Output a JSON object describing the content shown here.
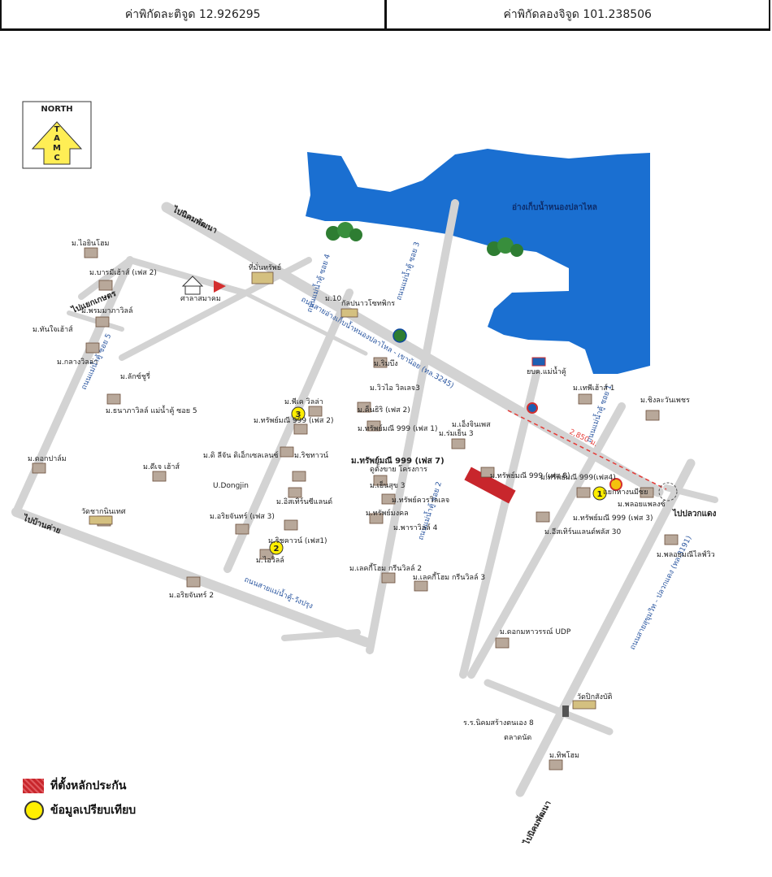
{
  "coords": {
    "lat_label": "ค่าพิกัดละติจูด 12.926295",
    "lng_label": "ค่าพิกัดลองจิจูด 101.238506"
  },
  "map": {
    "north": {
      "top": "NORTH",
      "letters": [
        "T",
        "A",
        "M",
        "C"
      ]
    },
    "water_label": "อ่างเก็บน้ำหนองปลาไหล",
    "distance_label": "2,850 ม.",
    "roads": {
      "main": "ถนนสายอ่างเก็บน้ำหนองปลาไหล - เขาน้อย (ทล.3245)",
      "wangrayong": "ถนนสายแม่น้ำคู้-วังปรุง",
      "sukhumvit": "ถนนสายสุขุมวิท - ปลวกแดง (ทล.3191)",
      "soi1": "ถนนแม่น้ำคู้ ซอย 1",
      "soi2": "ถนนแม่น้ำคู้ ซอย 2",
      "soi3": "ถนนแม่น้ำคู้ ซอย 3",
      "soi4": "ถนนแม่น้ำคู้ ซอย 4",
      "soi5": "ถนนแม่น้ำคู้ ซอย 5"
    },
    "directions": {
      "to_nikom": "ไปนิคมพัฒนา",
      "to_ban_khai": "ไปบ้านค่าย",
      "to_pluak_daeng": "ไปปลวกแดง",
      "to_sukhumvit": "ไปแยกเกษตร",
      "to_pluak_south": "ไปนิคมพัฒนา"
    },
    "places": {
      "a1": "ม.ไอยินโฮม",
      "a2": "ม.บารมีเฮ้าส์ (เฟส 2)",
      "a3": "ม.พรมมาภาวิลล์",
      "a4": "ม.ทันใจเฮ้าส์",
      "a5": "ม.กลางวิลล่า",
      "a6": "ม.ลักซ์ชูรี่",
      "a7": "ม.ธนาภาวิลล์ แม่น้ำคู้ ซอย 5",
      "a8": "ม.ดอกปาล์ม",
      "a9": "ม.ดีเจ เฮ้าส์",
      "a10": "วัดชากนินเทศ",
      "b1": "ม.พีเค วิลล่า",
      "b2": "ม.ทรัพย์มณี 999 (เฟส 2)",
      "b3": "ม.ดิ ลีจัน ดิเอ็กเซลเลนซ์",
      "b4": "ม.อริยจันทร์ (เฟส 3)",
      "b5": "ม.ไอวิลล์",
      "b6": "ม.อิสเทิร์นซีแลนด์",
      "b7": "ม.ริชคาวน์ (เฟส1)",
      "b8": "ม.อริยจันทร์ 2",
      "b9": "ม.ริชทาวน์",
      "b10": "U.Dongjin",
      "c1": "ม.ริมบึง",
      "c2": "ม.วิวไอ วิลเลจ3",
      "c3": "ม.ค็นธิริ (เฟส 2)",
      "c4": "ม.ทรัพย์มณี 999 (เฟส 1)",
      "c5": "ม.ร่มเย็น 3",
      "c6": "ม.ทรัพย์มณี 999 (เฟส 7)",
      "c7": "ดูตั้งขาย โครงการ",
      "c8": "ม.ทรัพย์มณี 999 (เฟส 8)",
      "c9": "ม.เย็นสุข 3",
      "c10": "ม.ทรัพย์ควรวิลเลจ",
      "c11": "ม.ทรัพย์มงคล",
      "c12": "ม.พาราวิลล์ 4",
      "c13": "ม.เลคกี้โฮม กรีนวิลล์ 2",
      "c14": "ม.เลคกี้โฮม กรีนวิลล์ 3",
      "c15": "ม.เอ็งจินเพส",
      "d1": "ม.เทพีเฮ้าส์ 1",
      "d2": "ม.ทรัพย์มณี 999(เฟส4)",
      "d3": "ม.ทรัพย์มณี 999 (เฟส 3)",
      "d4": "ม.พลอยแพลงซ์",
      "d5": "ม.อีสเทิร์นแลนด์พลัส 30",
      "d6": "ม.ชิงละวันเพชร",
      "d7": "ม.พลอยมณีไลฟ์วิว",
      "d8": "ม.ดอกมหาวรรณ์ UDP",
      "d9": "วัดปิกสังบัติ",
      "d10": "ร.ร.นิคมสร้างตนเอง 8",
      "d11": "ตลาดนัด",
      "d12": "ม.ทิพโฮม",
      "d13": "ยบค.แม่น้ำคู้",
      "e1": "ศาลาสมาคม",
      "e2": "ที่มั่นทรัพย์",
      "e3": "ม.10",
      "e4": "กัลปนาวโซทพิกร",
      "e5": "แยกหางนมีซย"
    },
    "markers": [
      "1",
      "2",
      "3"
    ]
  },
  "legend": {
    "collateral": "ที่ตั้งหลักประกัน",
    "comparison": "ข้อมูลเปรียบเทียบ"
  },
  "colors": {
    "water": "#1a6fd1",
    "road": "#d3d3d3",
    "collateral": "#c8262c",
    "marker": "#ffee00"
  }
}
